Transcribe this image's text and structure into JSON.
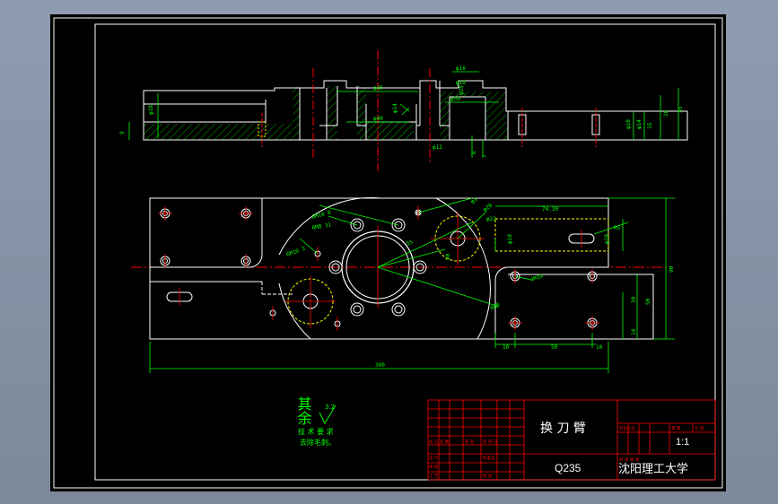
{
  "colors": {
    "background": "#000000",
    "outline": "#ffffff",
    "dimension": "#00ff00",
    "centerline": "#ff0000",
    "hatch": "#00aa00",
    "hidden": "#ffff00",
    "titleblock": "#ff0000"
  },
  "title_block": {
    "part_name": "换 刀 臂",
    "material": "Q235",
    "institution": "沈阳理工大学",
    "scale": "1:1"
  },
  "notes": {
    "roughness_heading": "其余",
    "roughness_value": "3.2",
    "requirements_line1": "技 术 要 求",
    "requirements_line2": "去除毛刺。"
  },
  "section_view": {
    "dims": {
      "d18_left": "φ18",
      "d45": "φ45",
      "d40": "φ40",
      "d16_top": "φ16",
      "d50": "φ50",
      "d25_right": "φ25",
      "d19": "φ19",
      "d14": "φ14",
      "d12_bottom": "φ12",
      "small_left": "9",
      "h35": "35",
      "h28": "28",
      "h15": "15",
      "d6": "6",
      "d7": "7",
      "right_a": "φ10",
      "right_b": "φ14"
    }
  },
  "plan_view": {
    "dims": {
      "overall_length": "390",
      "width": "90",
      "dim_74_30": "74.30",
      "d10_slot": "φ10",
      "d10_right": "φ10",
      "r5": "R5",
      "dim_30_left": "30",
      "dim_50_right": "50",
      "dim_10_a": "10",
      "dim_50_bottom": "50",
      "dim_10_b": "10",
      "dim_14": "14",
      "dim_30_right": "30",
      "dim_55": "55",
      "r80": "R80",
      "dim_50_center": "50",
      "hole_label_a": "6M10 8",
      "hole_label_b": "6M8 31",
      "hole_label_c": "6M10 3",
      "hole_label_d": "φ3",
      "hole_label_e": "4M10",
      "hole_label_f": "φ20",
      "hole_label_g": "φ22"
    }
  },
  "table_labels": {
    "r1": "标 记",
    "r2": "处 数",
    "r3": "设 计",
    "r4": "审 核",
    "r5": "工 艺",
    "sig": "签 名",
    "date": "年 月 日",
    "std": "标准化",
    "approved": "批 准",
    "stage": "阶段标记",
    "weight": "重 量",
    "ratio": "比 例",
    "sheet": "共 张 第 张"
  }
}
